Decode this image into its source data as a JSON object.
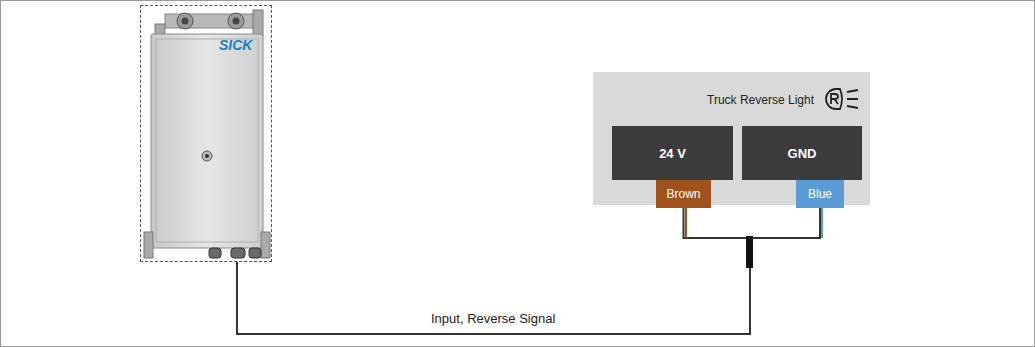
{
  "diagram": {
    "nodes": [
      {
        "text": [
          "SICK"
        ]
      },
      {
        "text": [
          "Truck Reverse Light"
        ]
      },
      {
        "text": [
          "24 V"
        ],
        "in": 1
      },
      {
        "text": [
          "GND"
        ],
        "in": 1
      },
      {
        "text": [
          "Brown"
        ],
        "in": 1
      },
      {
        "text": [
          "Blue"
        ],
        "in": 1
      }
    ],
    "edges": [
      {
        "from": 0,
        "to": 4,
        "arrow": "none",
        "label": "Input, Reverse Signal"
      },
      {
        "from": 0,
        "to": 5,
        "arrow": "none"
      }
    ]
  }
}
